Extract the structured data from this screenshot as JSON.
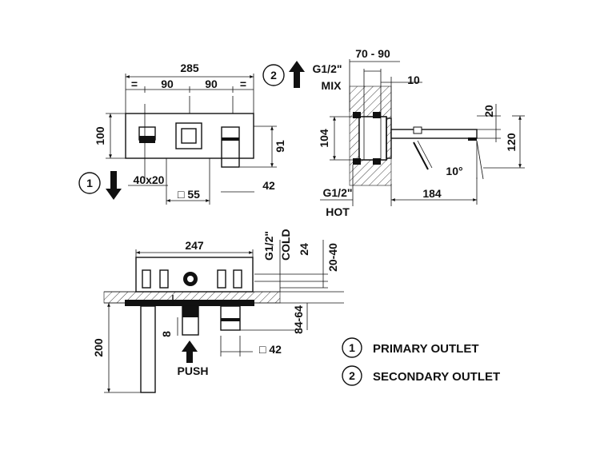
{
  "front_view": {
    "overall_width": "285",
    "equal_left": "=",
    "spacing_left": "90",
    "spacing_right": "90",
    "equal_right": "=",
    "height": "100",
    "handle_height": "91",
    "outlet_size": "40x20",
    "square_size": "□ 55",
    "handle_offset": "42"
  },
  "side_view": {
    "projection_range": "70 - 90",
    "mix_thread": "G1/2\"",
    "mix_label": "MIX",
    "wall_offset": "10",
    "body_height": "104",
    "spout_height": "20",
    "total_height": "120",
    "angle": "10°",
    "spout_length": "184",
    "hot_thread": "G1/2\"",
    "hot_label": "HOT"
  },
  "plan_view": {
    "width": "247",
    "cold_thread": "G1/2\"",
    "cold_label": "COLD",
    "depth_24": "24",
    "depth_range": "20-40",
    "depth_84_64": "84-64",
    "push_travel": "8",
    "total_length": "200",
    "push_label": "PUSH",
    "handle_square": "□ 42"
  },
  "legend": {
    "marker_1": "1",
    "marker_2": "2",
    "item_1": "PRIMARY OUTLET",
    "item_2": "SECONDARY OUTLET"
  }
}
